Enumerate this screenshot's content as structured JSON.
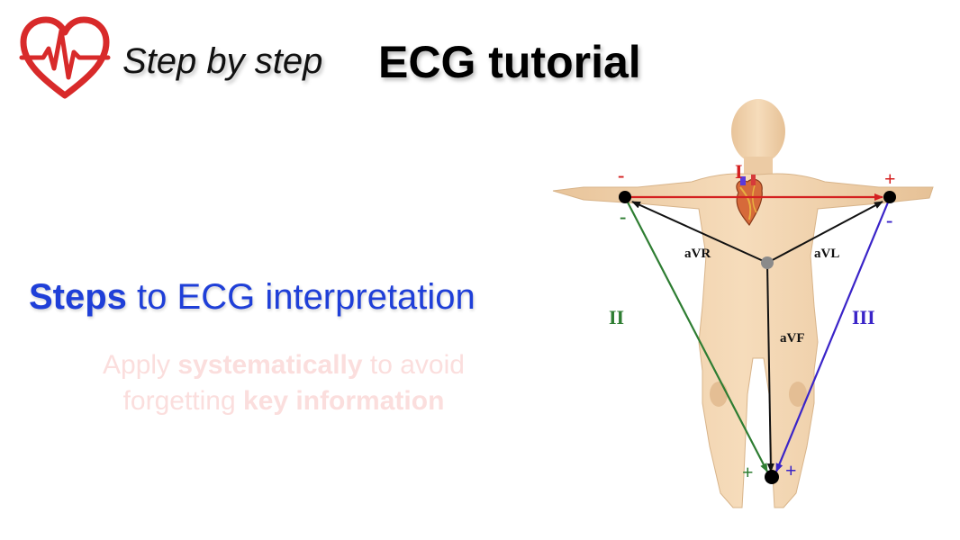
{
  "header": {
    "subtitle": "Step by step",
    "title": "ECG tutorial"
  },
  "main": {
    "heading_bold": "Steps",
    "heading_rest": " to ECG interpretation",
    "text": {
      "part1": "Apply ",
      "bold1": "systematically",
      "part2": " to avoid forgetting ",
      "bold2": "key information"
    }
  },
  "diagram": {
    "leads": {
      "lead_I": "I",
      "lead_II": "II",
      "lead_III": "III",
      "avr": "aVR",
      "avl": "aVL",
      "avf": "aVF"
    },
    "polarity": {
      "left_arm_top": "-",
      "left_arm_bottom": "-",
      "right_arm_top": "+",
      "right_arm_bottom": "-",
      "foot_left": "+",
      "foot_right": "+"
    }
  },
  "colors": {
    "lead_I": "#d42020",
    "lead_II": "#2e7d32",
    "lead_III": "#3a24c8",
    "augmented": "#111111",
    "heading_blue": "#1f3fd8",
    "faded_text": "#fbdedd",
    "logo": "#d82a2a",
    "skin": "#f1d2ac"
  },
  "icons": {
    "logo": "heart-ecg-icon"
  }
}
